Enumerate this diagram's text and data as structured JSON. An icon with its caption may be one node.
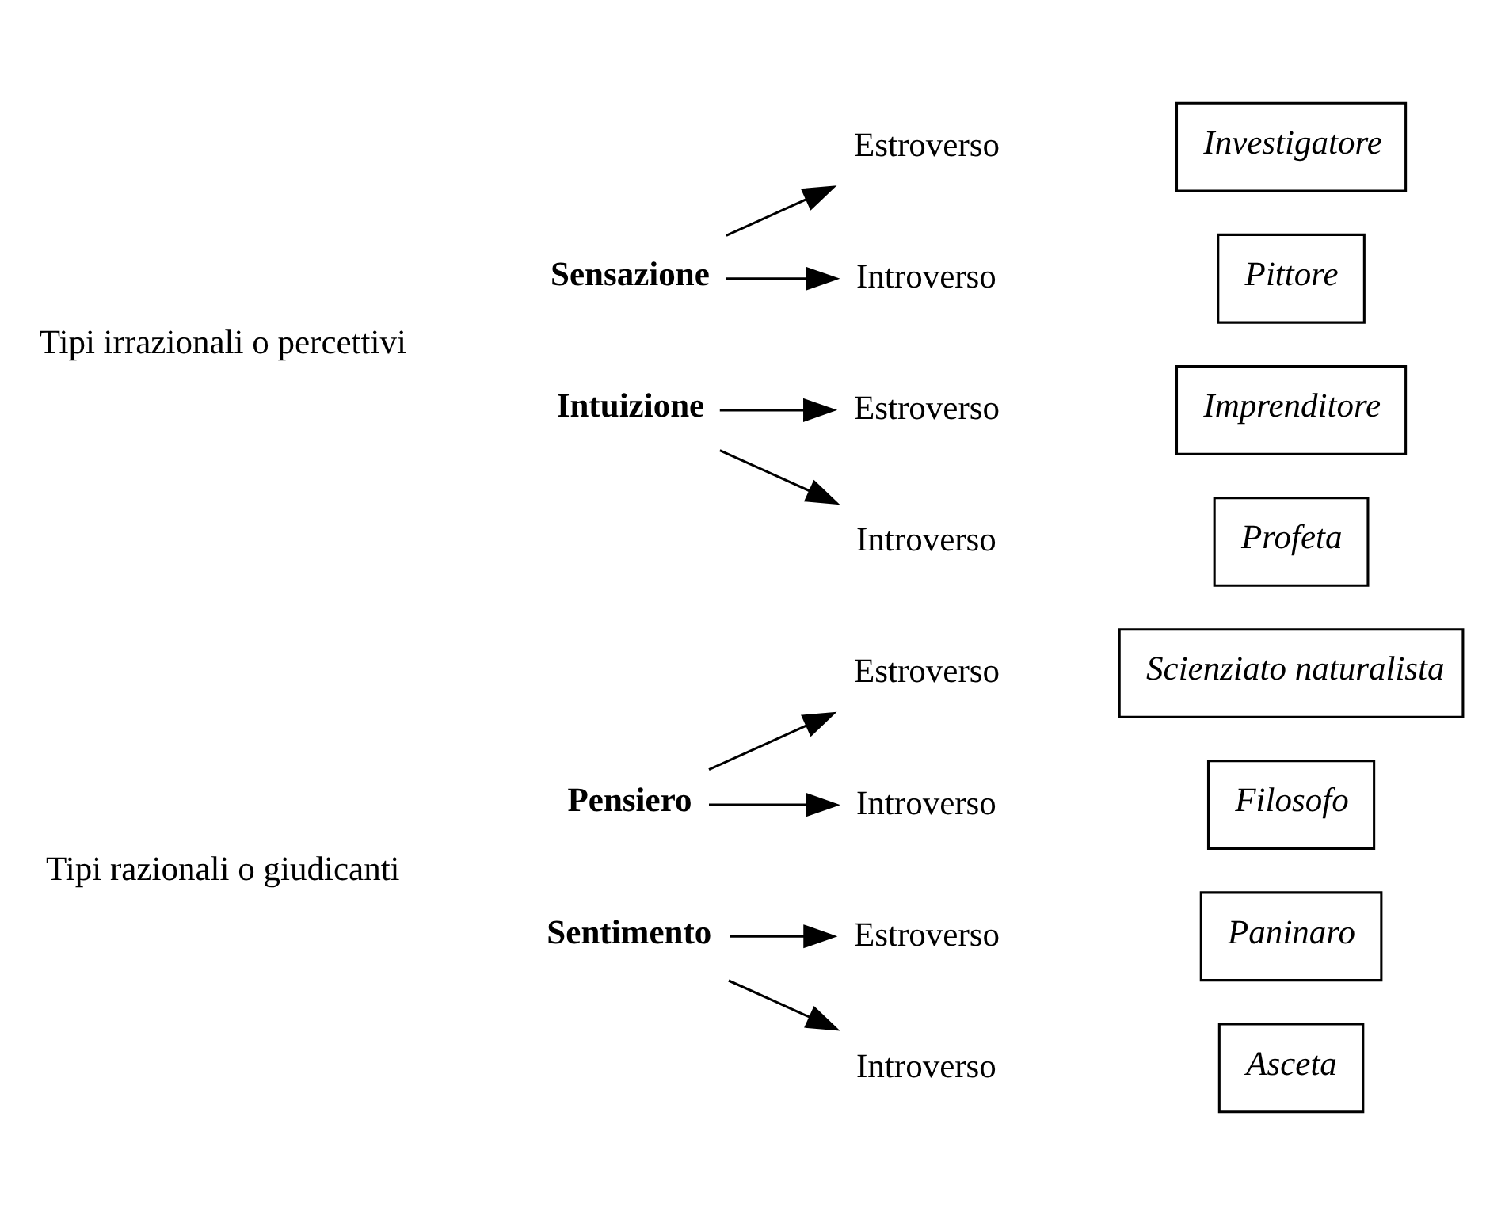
{
  "diagram": {
    "nodes": [
      {
        "text": [
          "Pensiero"
        ]
      },
      {
        "text": [
          "Estroverso"
        ]
      },
      {
        "text": [
          "Scienziato naturalista"
        ]
      },
      {
        "text": [
          "Introverso"
        ]
      },
      {
        "text": [
          "Filosofo"
        ]
      },
      {
        "text": [
          "Sentimento"
        ]
      },
      {
        "text": [
          "Estroverso"
        ]
      },
      {
        "text": [
          "Paninaro"
        ]
      },
      {
        "text": [
          "Introverso"
        ]
      },
      {
        "text": [
          "Asceta"
        ]
      },
      {
        "text": [
          "Sensazione"
        ]
      },
      {
        "text": [
          "Estroverso"
        ]
      },
      {
        "text": [
          "Investigatore"
        ]
      },
      {
        "text": [
          "Introverso"
        ]
      },
      {
        "text": [
          "Pittore"
        ]
      },
      {
        "text": [
          "Intuizione"
        ]
      },
      {
        "text": [
          "Estroverso"
        ]
      },
      {
        "text": [
          "Imprenditore"
        ]
      },
      {
        "text": [
          "Introverso"
        ]
      },
      {
        "text": [
          "Profeta"
        ]
      }
    ],
    "edges": [
      {
        "from": 0,
        "to": 1,
        "arrow": "to"
      },
      {
        "from": 0,
        "to": 3,
        "arrow": "to"
      },
      {
        "from": 5,
        "to": 6,
        "arrow": "to"
      },
      {
        "from": 5,
        "to": 8,
        "arrow": "to"
      },
      {
        "from": 10,
        "to": 11,
        "arrow": "to"
      },
      {
        "from": 10,
        "to": 13,
        "arrow": "to"
      },
      {
        "from": 15,
        "to": 16,
        "arrow": "to"
      },
      {
        "from": 15,
        "to": 18,
        "arrow": "to"
      }
    ],
    "labels": [
      "Tipi razionali o giudicanti",
      "Tipi irrazionali o percettivi"
    ]
  }
}
